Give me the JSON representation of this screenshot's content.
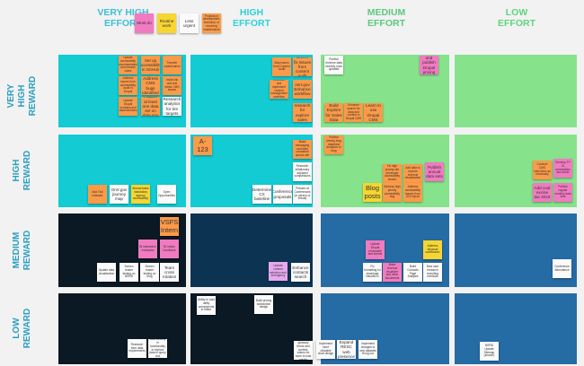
{
  "colors": {
    "cyan": "#12cbd3",
    "green": "#86e38c",
    "navy": "#0a1923",
    "darkblue": "#0d3353",
    "blue": "#256ba4",
    "orange": "#fb9a48",
    "pink": "#f27ac0",
    "yellow": "#f7d532",
    "white": "#fafafa",
    "lavender": "#e8a8ee"
  },
  "columns": [
    {
      "line1": "VERY HIGH",
      "line2": "EFFORT",
      "color": "#3bbfd8"
    },
    {
      "line1": "HIGH",
      "line2": "EFFORT",
      "color": "#2ed1dc"
    },
    {
      "line1": "MEDIUM",
      "line2": "EFFORT",
      "color": "#5cc97e"
    },
    {
      "line1": "LOW",
      "line2": "EFFORT",
      "color": "#5fd37f"
    }
  ],
  "rows": [
    {
      "line1": "VERY HIGH",
      "line2": "REWARD"
    },
    {
      "line1": "HIGH",
      "line2": "REWARD"
    },
    {
      "line1": "MEDIUM",
      "line2": "REWARD"
    },
    {
      "line1": "LOW",
      "line2": "REWARD"
    }
  ],
  "legend": [
    {
      "text": "Must do",
      "color": "pink"
    },
    {
      "text": "Routine work",
      "color": "yellow"
    },
    {
      "text": "Less urgent",
      "color": "white"
    },
    {
      "text": "Projects in development, technical, or recurring maintenance",
      "color": "orange"
    }
  ],
  "stickies": [
    {
      "text": "Update accessibility documentation and release notes",
      "color": "orange"
    },
    {
      "text": "Set up accessibility in GitHub",
      "color": "orange"
    },
    {
      "text": "Transfer maintenance",
      "color": "orange"
    },
    {
      "text": "Address issues from accessibility audit in Drupal",
      "color": "orange"
    },
    {
      "text": "Address CMS bugs identified",
      "color": "orange"
    },
    {
      "text": "Invite link and test editor CMS issues",
      "color": "orange"
    },
    {
      "text": "Update Drupal modules and dependencies",
      "color": "orange"
    },
    {
      "text": "Publish at least one data set on data.gov",
      "color": "orange"
    },
    {
      "text": "Research analytics for tire targets",
      "color": "white"
    },
    {
      "text": "Map issues from Content Audit",
      "color": "orange"
    },
    {
      "text": "ONRR fix issues from content audit",
      "color": "orange"
    },
    {
      "text": "Research and implement content management workflow",
      "color": "orange"
    },
    {
      "text": "onrr.gov Enhance workflow",
      "color": "orange"
    },
    {
      "text": "User research for explore sales data",
      "color": "orange"
    },
    {
      "text": "Publish revenue data monthly once updated",
      "color": "white"
    },
    {
      "text": "Create and publish Drupal pricing tab",
      "color": "pink"
    },
    {
      "text": "Build Explore for Sales Data",
      "color": "orange"
    },
    {
      "text": "Enhance search for data and content in Drupal CMS",
      "color": "orange"
    },
    {
      "text": "Learn to use Drupal CMS",
      "color": "orange"
    },
    {
      "text": "Add Tick indicator",
      "color": "orange"
    },
    {
      "text": "Onrr.gov journey map",
      "color": "white"
    },
    {
      "text": "Annual tasks mandatory agency accessibility",
      "color": "yellow"
    },
    {
      "text": "Open Opportunities",
      "color": "white"
    },
    {
      "text": "A-123",
      "color": "orange"
    },
    {
      "text": "Make messaging and data consistent across site",
      "color": "orange"
    },
    {
      "text": "Research inflationary adjusted comparisons",
      "color": "white"
    },
    {
      "text": "Determine CX baseline",
      "color": "white"
    },
    {
      "text": "Conference proposals",
      "color": "white"
    },
    {
      "text": "Present at Conferences (in person or virtual)",
      "color": "white"
    },
    {
      "text": "Publish weekly blog data/best analytics to blog",
      "color": "orange"
    },
    {
      "text": "Fix high priority site developer accessibility issues",
      "color": "orange"
    },
    {
      "text": "Add data to explore revenue visualization",
      "color": "orange"
    },
    {
      "text": "Publish annual data sets",
      "color": "pink"
    },
    {
      "text": "Blog posts",
      "color": "yellow"
    },
    {
      "text": "Address high priority accessibility bug",
      "color": "orange"
    },
    {
      "text": "Address accessibility issues from DOI report",
      "color": "orange"
    },
    {
      "text": "Conduct CMS interviews as necessary",
      "color": "orange"
    },
    {
      "text": "Develop FY 21 renewables fact sheet",
      "color": "pink"
    },
    {
      "text": "Add coal excise tax 2023",
      "color": "pink"
    },
    {
      "text": "Publish regular monthly data sets",
      "color": "pink"
    },
    {
      "text": "VSFS Intern",
      "color": "orange"
    },
    {
      "text": "Bi interactive examples",
      "color": "pink"
    },
    {
      "text": "Bi Indian handbook",
      "color": "pink"
    },
    {
      "text": "Update data visualization",
      "color": "white"
    },
    {
      "text": "Screen reader testing on NRRD",
      "color": "white"
    },
    {
      "text": "Screen reader testing on blog",
      "color": "white"
    },
    {
      "text": "Team cross rotation",
      "color": "white"
    },
    {
      "text": "Update content selection and emergency",
      "color": "lavender"
    },
    {
      "text": "Enhance contacts search",
      "color": "white"
    },
    {
      "text": "Update Drupal renewable fact sheets",
      "color": "pink"
    },
    {
      "text": "Address disposal submission",
      "color": "yellow"
    },
    {
      "text": "Fix formatting for download NavaNOS",
      "color": "white"
    },
    {
      "text": "Make revenue visualizer and other documents",
      "color": "pink"
    },
    {
      "text": "Build Contacts Page Analysis",
      "color": "white"
    },
    {
      "text": "New user research recruiting methods",
      "color": "white"
    },
    {
      "text": "Conference Attendance",
      "color": "white"
    },
    {
      "text": "Research form data requirements",
      "color": "white"
    },
    {
      "text": "Accessibility in functionality in explore data in query tool",
      "color": "white"
    },
    {
      "text": "Ability to load utility components in editor",
      "color": "white"
    },
    {
      "text": "Build pricing subsection design",
      "color": "white"
    },
    {
      "text": "Attributes for glossary terms and content, videos for more to look media",
      "color": "white"
    },
    {
      "text": "Implement more clickable chart design",
      "color": "white"
    },
    {
      "text": "Expand RESC web presence",
      "color": "white"
    },
    {
      "text": "Implement changes to new datasets fit ing out",
      "color": "white"
    },
    {
      "text": "NRRD Update Sitemap (search)",
      "color": "white"
    }
  ]
}
